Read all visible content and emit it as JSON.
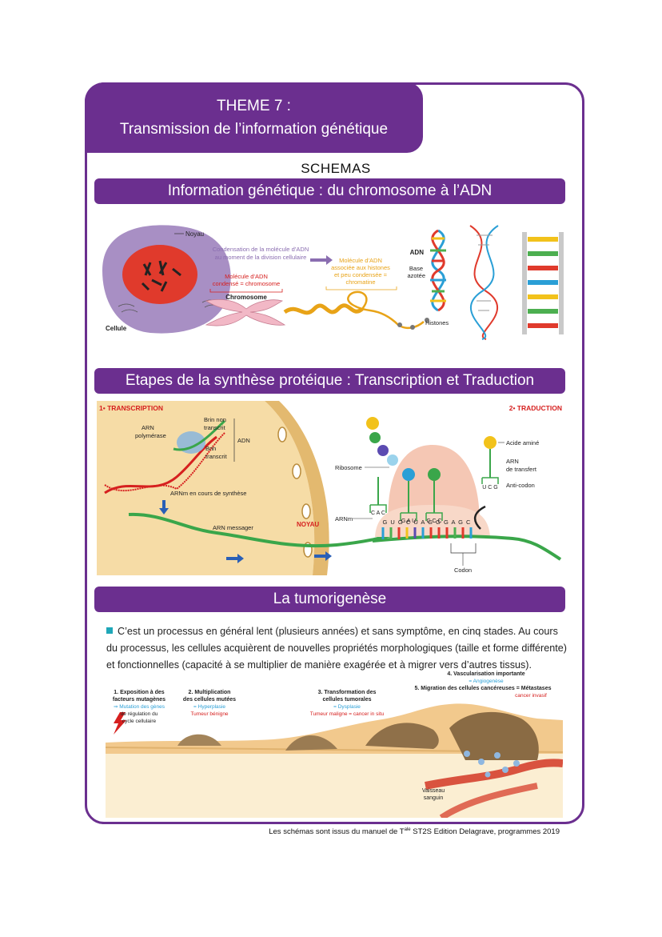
{
  "header": {
    "theme_line1": "THEME 7 :",
    "theme_line2": "Transmission de l’information génétique"
  },
  "schemas_label": "SCHEMAS",
  "sections": {
    "adn_title": "Information génétique : du chromosome à l’ADN",
    "synthese_title": "Etapes de la synthèse protéique : Transcription et Traduction",
    "tumor_title": "La tumorigenèse"
  },
  "adn_figure": {
    "noyau": "Noyau",
    "cellule": "Cellule",
    "condensation_1": "Condensation de la molécule d’ADN",
    "condensation_2": "au moment de la division cellulaire",
    "molecule_condensee_1": "Molécule d’ADN",
    "molecule_condensee_2": "condensé = chromosome",
    "chromosome": "Chromosome",
    "peu_condensee_1": "Molécule d’ADN",
    "peu_condensee_2": "associée aux histones",
    "peu_condensee_3": "et peu condensée =",
    "peu_condensee_4": "chromatine",
    "adn": "ADN",
    "base_1": "Base",
    "base_2": "azotée",
    "histones": "Histones"
  },
  "synthese_figure": {
    "transcription": "1• TRANSCRIPTION",
    "traduction": "2• TRADUCTION",
    "arn_poly_1": "ARN",
    "arn_poly_2": "polymérase",
    "brin_non_1": "Brin non",
    "brin_non_2": "transcrit",
    "brin_1": "Brin",
    "brin_2": "transcrit",
    "adn": "ADN",
    "arnm_synthese": "ARNm en cours de synthèse",
    "arn_messager": "ARN messager",
    "noyau": "NOYAU",
    "ribosome": "Ribosome",
    "arnm": "ARNm",
    "acide_amine": "Acide aminé",
    "arn_transfert_1": "ARN",
    "arn_transfert_2": "de transfert",
    "anti_codon": "Anti-codon",
    "codon": "Codon",
    "cac": "C A C",
    "gau": "G A U",
    "ccc": "C C C",
    "ucg": "U C G",
    "sequence": "G U G C U A G G G A G C"
  },
  "tumor_text": "C’est un processus en général lent (plusieurs années) et sans symptôme, en cinq stades. Au cours du processus, les cellules acquièrent de nouvelles propriétés morphologiques (taille et forme différente) et fonctionnelles (capacité à se multiplier de manière exagérée et à migrer vers d’autres tissus).",
  "tumor_figure": {
    "s1_1": "1. Exposition à des",
    "s1_2": "facteurs mutagènes",
    "s1_3": "⇒ Mutation des gènes",
    "s1_4": "de régulation du",
    "s1_5": "cycle cellulaire",
    "s2_1": "2. Multiplication",
    "s2_2": "des cellules mutées",
    "s2_3": "= Hyperplasie",
    "s2_4": "Tumeur bénigne",
    "s3_1": "3. Transformation des",
    "s3_2": "cellules tumorales",
    "s3_3": "= Dysplasie",
    "s3_4": "Tumeur maligne = cancer in situ",
    "s4_1": "4. Vascularisation importante",
    "s4_2": "= Angiogenèse",
    "s5_1": "5. Migration des cellules cancéreuses = Métastases",
    "s5_2": "cancer invasif",
    "vaisseau_1": "Vaisseau",
    "vaisseau_2": "sanguin"
  },
  "credit": {
    "before": "Les schémas sont issus du manuel de T",
    "sup": "ale",
    "after": " ST2S Edition Delagrave, programmes 2019"
  },
  "colors": {
    "purple": "#6b2f8f",
    "red_label": "#d6201f",
    "orange_label": "#e8a317",
    "teal": "#1fa7b8",
    "blue_label": "#2a9fd6"
  }
}
